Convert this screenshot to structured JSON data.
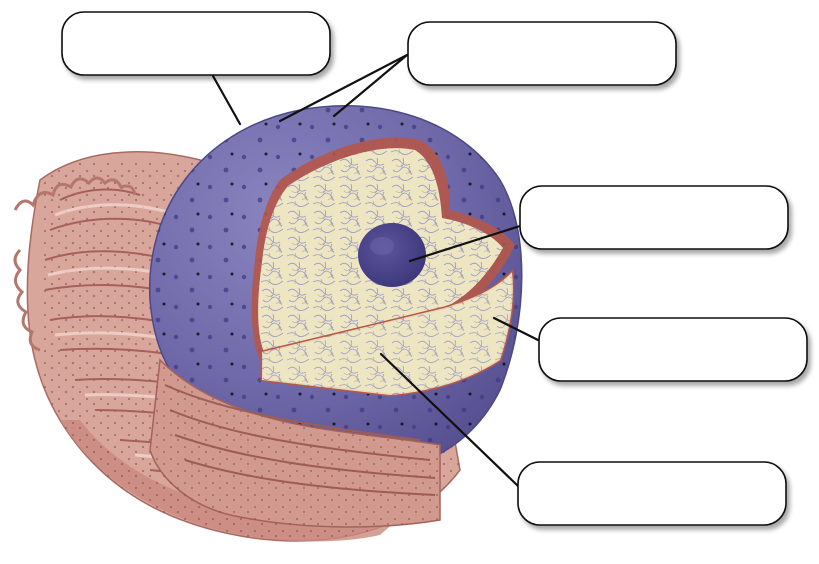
{
  "diagram": {
    "labels": [
      {
        "id": "label-1",
        "text": ""
      },
      {
        "id": "label-2",
        "text": ""
      },
      {
        "id": "label-3",
        "text": ""
      },
      {
        "id": "label-4",
        "text": ""
      },
      {
        "id": "label-5",
        "text": ""
      }
    ],
    "colors": {
      "nuclear_envelope": "#6f6aa8",
      "nucleoplasm": "#efe7c0",
      "nucleolus": "#4b4589",
      "endoplasmic_reticulum": "#c98e84",
      "leader_line": "#111111"
    }
  }
}
